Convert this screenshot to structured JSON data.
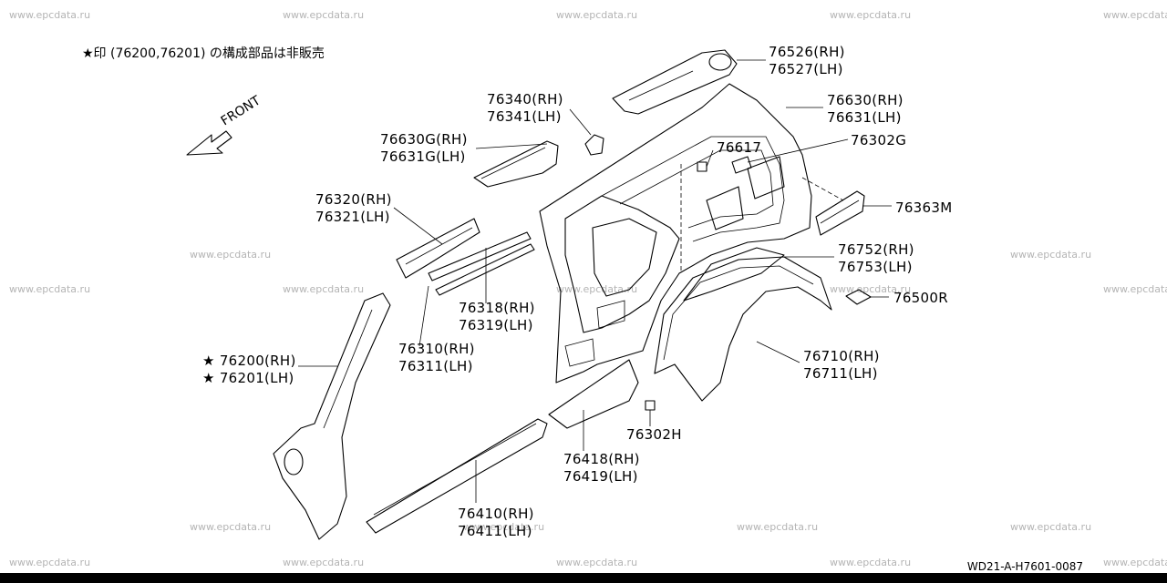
{
  "note": "★印 (76200,76201) の構成部品は非販売",
  "front_label": "FRONT",
  "doc_id": "WD21-A-H7601-0087",
  "watermark": "www.epcdata.ru",
  "parts": [
    {
      "id": "p76526",
      "lines": [
        "76526(RH)",
        "76527(LH)"
      ]
    },
    {
      "id": "p76340",
      "lines": [
        "76340(RH)",
        "76341(LH)"
      ]
    },
    {
      "id": "p76630",
      "lines": [
        "76630(RH)",
        "76631(LH)"
      ]
    },
    {
      "id": "p76630G",
      "lines": [
        "76630G(RH)",
        "76631G(LH)"
      ]
    },
    {
      "id": "p76617",
      "lines": [
        "76617"
      ]
    },
    {
      "id": "p76302G",
      "lines": [
        "76302G"
      ]
    },
    {
      "id": "p76320",
      "lines": [
        "76320(RH)",
        "76321(LH)"
      ]
    },
    {
      "id": "p76363M",
      "lines": [
        "76363M"
      ]
    },
    {
      "id": "p76752",
      "lines": [
        "76752(RH)",
        "76753(LH)"
      ]
    },
    {
      "id": "p76318",
      "lines": [
        "76318(RH)",
        "76319(LH)"
      ]
    },
    {
      "id": "p76500R",
      "lines": [
        "76500R"
      ]
    },
    {
      "id": "p76310",
      "lines": [
        "76310(RH)",
        "76311(LH)"
      ]
    },
    {
      "id": "p76200",
      "lines": [
        "★ 76200(RH)",
        "★ 76201(LH)"
      ]
    },
    {
      "id": "p76710",
      "lines": [
        "76710(RH)",
        "76711(LH)"
      ]
    },
    {
      "id": "p76302H",
      "lines": [
        "76302H"
      ]
    },
    {
      "id": "p76418",
      "lines": [
        "76418(RH)",
        "76419(LH)"
      ]
    },
    {
      "id": "p76410",
      "lines": [
        "76410(RH)",
        "76411(LH)"
      ]
    }
  ]
}
